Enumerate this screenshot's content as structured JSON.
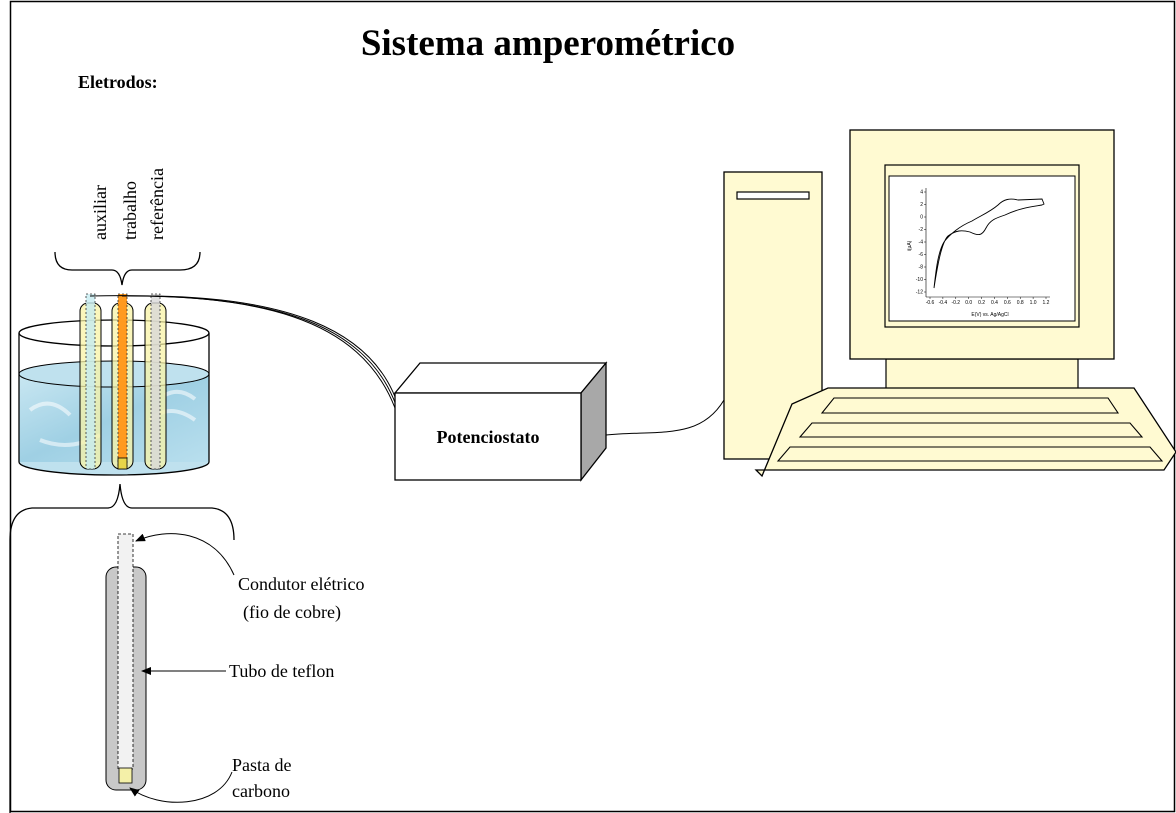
{
  "title": "Sistema amperométrico",
  "electrodes": {
    "heading": "Eletrodos:",
    "labels": [
      "auxiliar",
      "trabalho",
      "referência"
    ]
  },
  "potentiostat_label": "Potenciostato",
  "electrode_detail": {
    "conductor_line1": "Condutor elétrico",
    "conductor_line2": "(fio de cobre)",
    "tube": "Tubo de teflon",
    "paste_line1": "Pasta de",
    "paste_line2": "carbono"
  },
  "monitor_plot": {
    "ylabel": "i(µA)",
    "xlabel": "E(V) vs. Ag/AgCl",
    "yticks": [
      "4",
      "2",
      "0",
      "-2",
      "-4",
      "-6",
      "-8",
      "-10",
      "-12"
    ],
    "xticks": [
      "-0.6",
      "-0.4",
      "-0.2",
      "0.0",
      "0.2",
      "0.4",
      "0.6",
      "0.8",
      "1.0",
      "1.2"
    ]
  },
  "colors": {
    "frame": "#000000",
    "cream": "#fffad2",
    "water": "#a9d6e8",
    "working_electrode": "#ff9a1f",
    "teflon": "#c8c8c8",
    "paste": "#f4f0a8"
  }
}
